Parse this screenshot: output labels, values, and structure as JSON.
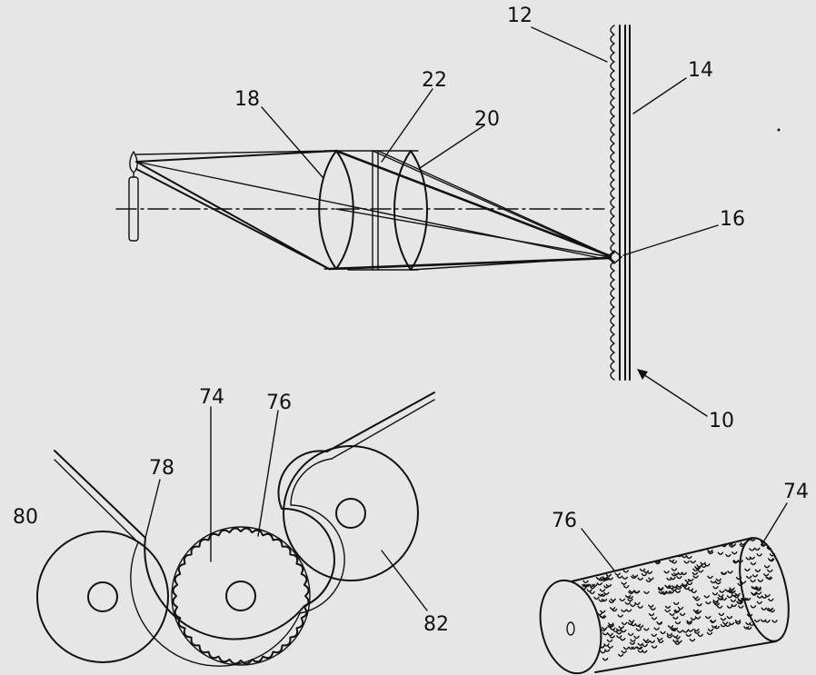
{
  "labels": {
    "screen_assembly": "10",
    "lenticular_layer": "12",
    "substrate": "14",
    "focal_point": "16",
    "lens_a": "18",
    "lens_b": "20",
    "aperture": "22",
    "embossing_roller": "74",
    "roller_surface": "76",
    "web": "78",
    "supply_roll": "80",
    "takeup_roll": "82",
    "roller_iso_surface": "76",
    "roller_iso": "74"
  },
  "colors": {
    "background": "#e6e6e6",
    "ink": "#111111"
  }
}
